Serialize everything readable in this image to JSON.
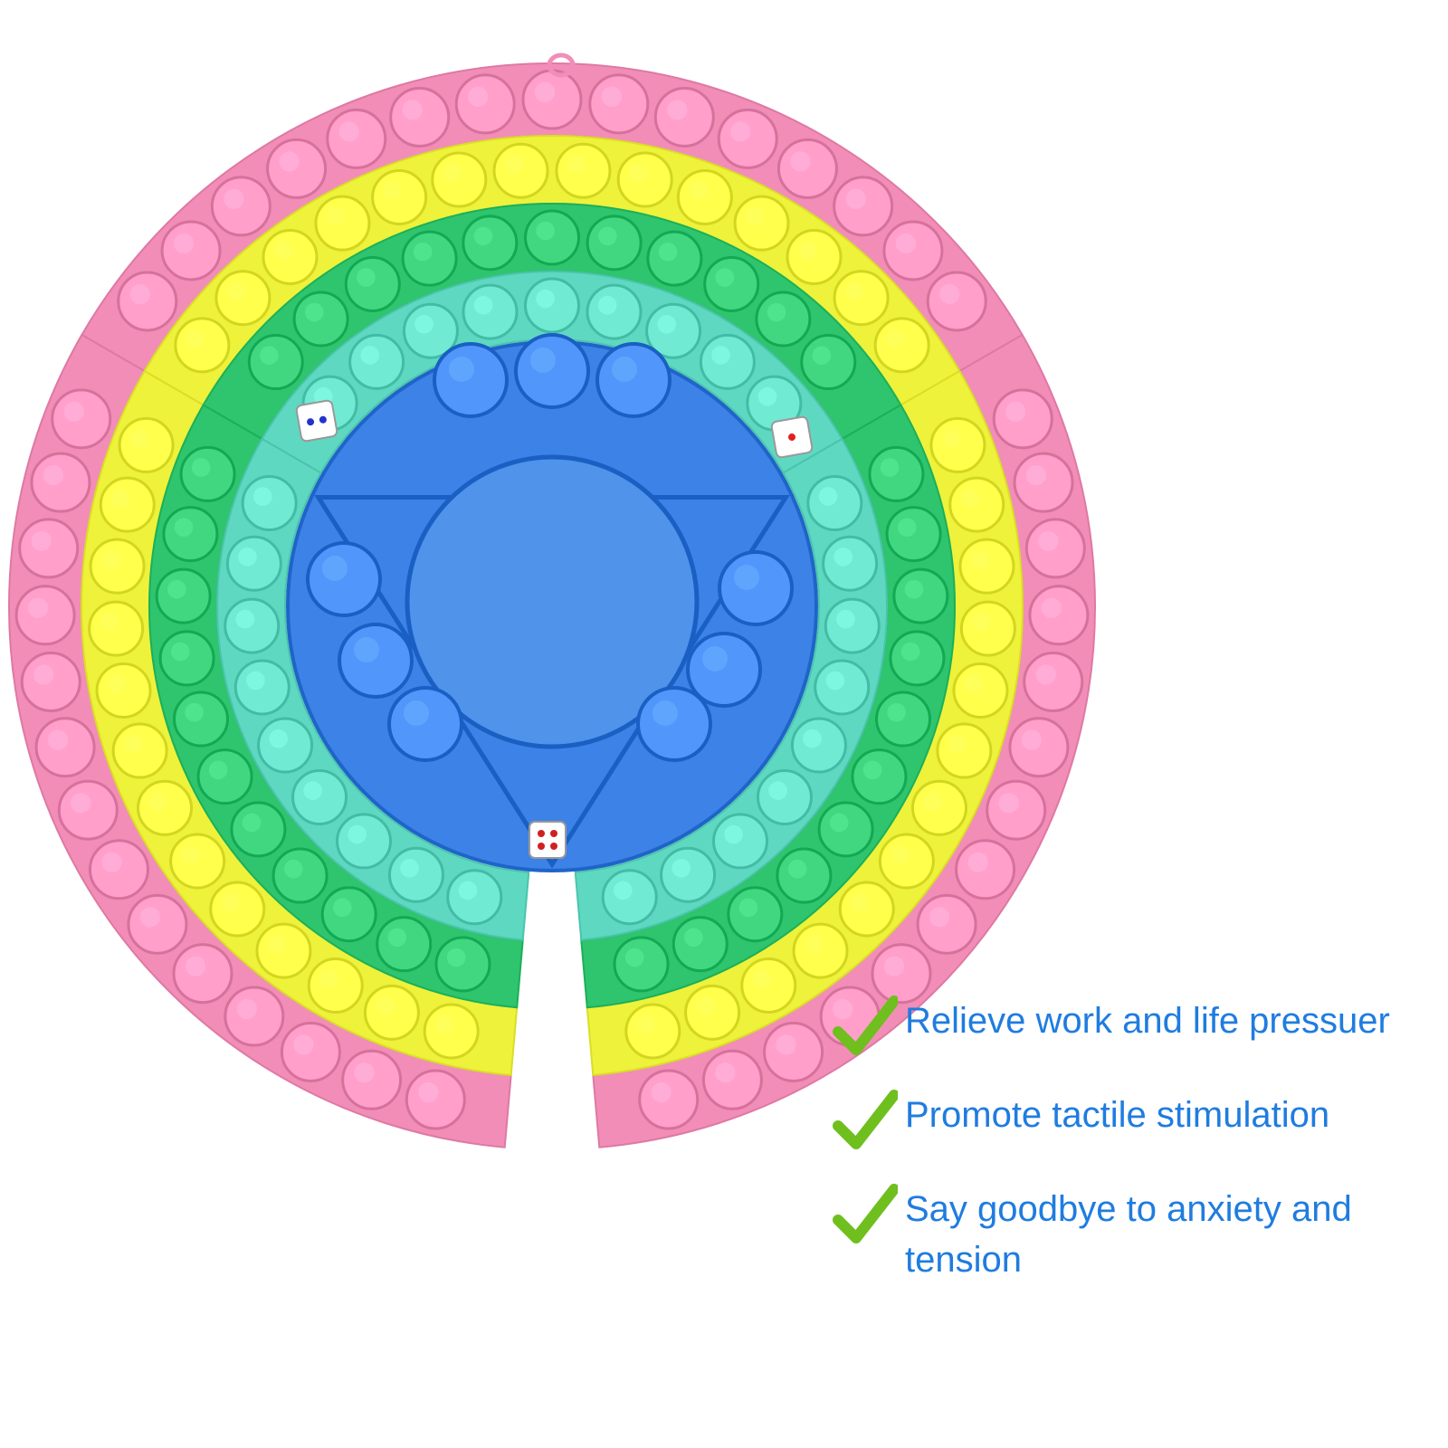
{
  "product": {
    "name": "rainbow-three-player-push-pop-board",
    "colors": {
      "pink": "#f28db8",
      "yellow": "#eef23a",
      "green": "#2fc46e",
      "teal": "#5fd8c2",
      "blue": "#3d82e6",
      "blue_center": "#4f93ea",
      "check": "#6fbf1e"
    },
    "dice": [
      {
        "face": 2,
        "pip_color": "#2233cc"
      },
      {
        "face": 1,
        "pip_color": "#e02020"
      },
      {
        "face": 4,
        "pip_color": "#d02020"
      }
    ]
  },
  "features": [
    {
      "icon": "check-icon",
      "text": "Relieve work and life pressuer"
    },
    {
      "icon": "check-icon",
      "text": "Promote tactile stimulation"
    },
    {
      "icon": "check-icon",
      "text": "Say goodbye to anxiety and tension"
    }
  ]
}
